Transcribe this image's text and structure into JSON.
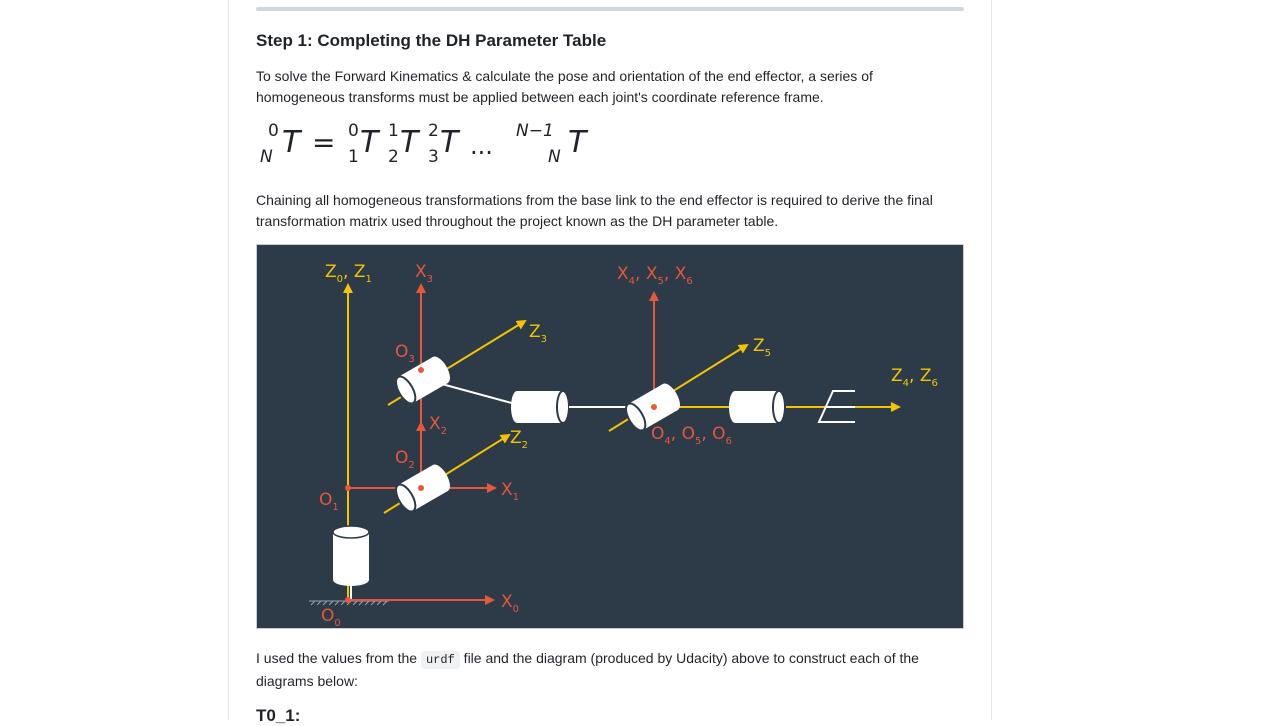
{
  "section": {
    "heading": "Step 1: Completing the DH Parameter Table",
    "intro": "To solve the Forward Kinematics & calculate the pose and orientation of the end effector, a series of homogeneous transforms must be applied between each joint's coordinate reference frame.",
    "chaining": "Chaining all homogeneous transformations from the base link to the end effector is required to derive the final transformation matrix used throughout the project known as the DH parameter table.",
    "used_before": "I used the values from the ",
    "used_code": "urdf",
    "used_after": " file and the diagram (produced by Udacity) above to construct each of the diagrams below:",
    "next_heading": "T0_1:"
  },
  "equation": {
    "lhs_sup": "0",
    "lhs_sub": "N",
    "T": "T",
    "equals": "=",
    "t1_sup": "0",
    "t1_sub": "1",
    "t2_sup": "1",
    "t2_sub": "2",
    "t3_sup": "2",
    "t3_sub": "3",
    "dots": "...",
    "last_sup": "N−1",
    "last_sub": "N"
  },
  "diagram": {
    "labels": {
      "z0z1": "Z",
      "z0z1_s1": "0",
      "z0z1_s2": "1",
      "x3": "X",
      "x3_s": "3",
      "z3": "Z",
      "z3_s": "3",
      "o3": "O",
      "o3_s": "3",
      "x2": "X",
      "x2_s": "2",
      "z2": "Z",
      "z2_s": "2",
      "o2": "O",
      "o2_s": "2",
      "o1": "O",
      "o1_s": "1",
      "x1": "X",
      "x1_s": "1",
      "o0": "O",
      "o0_s": "0",
      "x0": "X",
      "x0_s": "0",
      "x456": "X",
      "x456_s1": "4",
      "x456_s2": "5",
      "x456_s3": "6",
      "z5": "Z",
      "z5_s": "5",
      "z4z6": "Z",
      "z4z6_s1": "4",
      "z4z6_s2": "6",
      "o456": "O",
      "o456_s1": "4",
      "o456_s2": "5",
      "o456_s3": "6"
    },
    "colors": {
      "background": "#2d3a48",
      "yellow": "#f5c400",
      "red": "#e8573a",
      "white": "#ffffff"
    }
  }
}
